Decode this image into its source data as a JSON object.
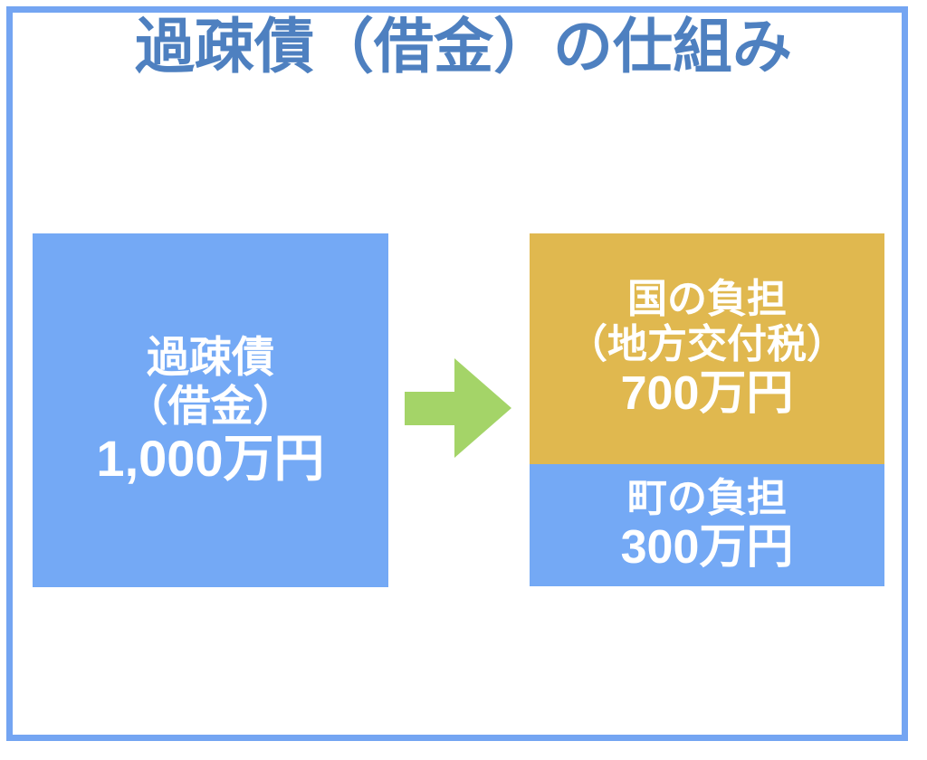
{
  "page": {
    "title": "過疎債（借金）の仕組み",
    "background_color": "#ffffff",
    "frame_color": "#74a5f2",
    "title_color": "#4e80c0"
  },
  "diagram": {
    "source_box": {
      "name": "過疎債",
      "line1": "過疎債",
      "line2": "（借金）",
      "amount": "1,000万円",
      "color": "#74a9f5",
      "text_color": "#ffffff"
    },
    "arrow": {
      "icon": "arrow-right-icon",
      "direction": "right",
      "color": "#a4d468"
    },
    "result_boxes": [
      {
        "name": "国の負担",
        "line1": "国の負担",
        "line2": "（地方交付税）",
        "amount": "700万円",
        "color": "#e0b84f",
        "text_color": "#ffffff"
      },
      {
        "name": "町の負担",
        "line1": "町の負担",
        "line2": "",
        "amount": "300万円",
        "color": "#74a9f5",
        "text_color": "#ffffff"
      }
    ]
  }
}
